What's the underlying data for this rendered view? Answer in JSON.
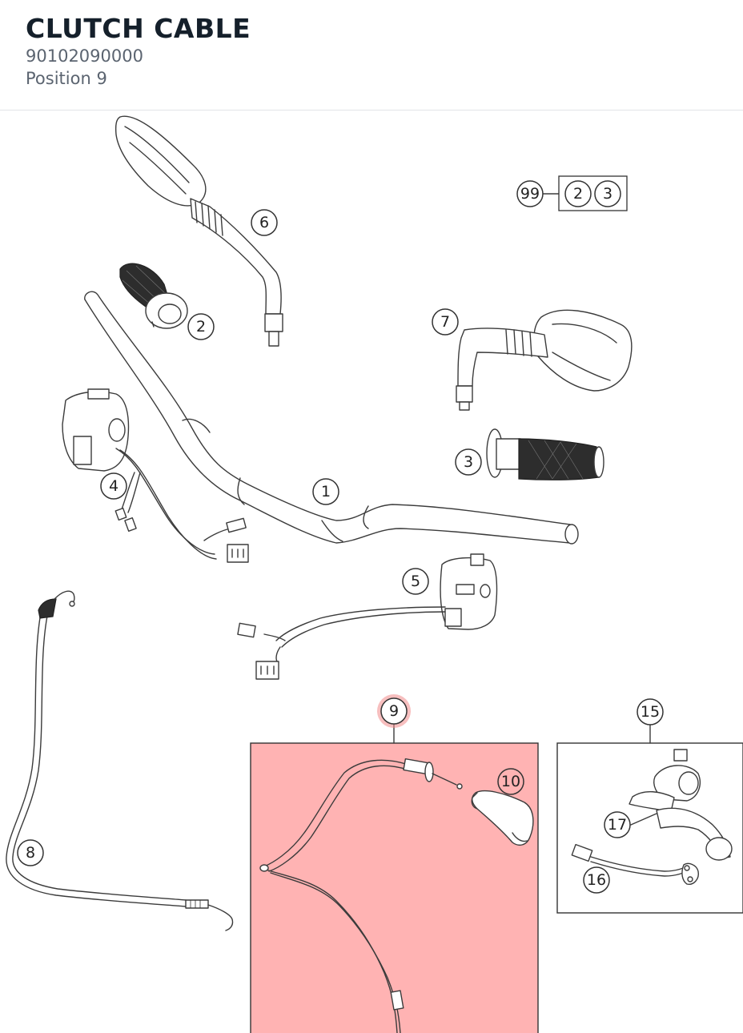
{
  "header": {
    "title": "CLUTCH CABLE",
    "part_number": "90102090000",
    "position": "Position 9"
  },
  "diagram": {
    "highlight_color": "#ffb3b3",
    "highlight_ring_color": "#f08a8a",
    "callouts": {
      "c1": "1",
      "c2": "2",
      "c3": "3",
      "c4": "4",
      "c5": "5",
      "c6": "6",
      "c7": "7",
      "c8": "8",
      "c9": "9",
      "c10": "10",
      "c15": "15",
      "c16": "16",
      "c17": "17",
      "c99": "99",
      "kit_a": "2",
      "kit_b": "3"
    }
  }
}
